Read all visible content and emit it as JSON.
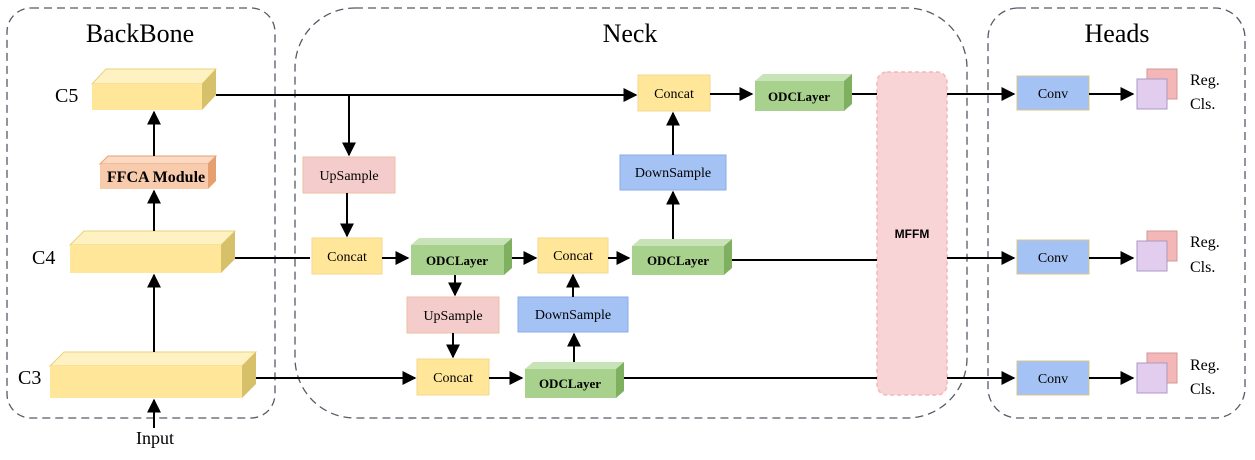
{
  "sections": {
    "backbone": "BackBone",
    "neck": "Neck",
    "heads": "Heads"
  },
  "backbone": {
    "c5": "C5",
    "c4": "C4",
    "c3": "C3",
    "ffca": "FFCA Module",
    "input": "Input"
  },
  "neck": {
    "upsample": "UpSample",
    "downsample": "DownSample",
    "concat": "Concat",
    "odclayer": "ODCLayer",
    "mffm": "MFFM"
  },
  "heads": {
    "conv": "Conv",
    "reg": "Reg.",
    "cls": "Cls."
  },
  "colors": {
    "yellow_block": "#ffe699",
    "yellow_block_side": "#d6c06a",
    "orange_block": "#f8cbad",
    "orange_block_side": "#e6a070",
    "green_block": "#a9d18e",
    "green_block_side": "#7fb05f",
    "pink_box": "#f4cccc",
    "blue_box": "#a4c2f4",
    "concat_box": "#ffe699",
    "mffm_fill": "#f9d4d6",
    "head_out_back": "#f4b6b6",
    "head_out_front": "#e2cdef",
    "group_border": "#555a66"
  }
}
